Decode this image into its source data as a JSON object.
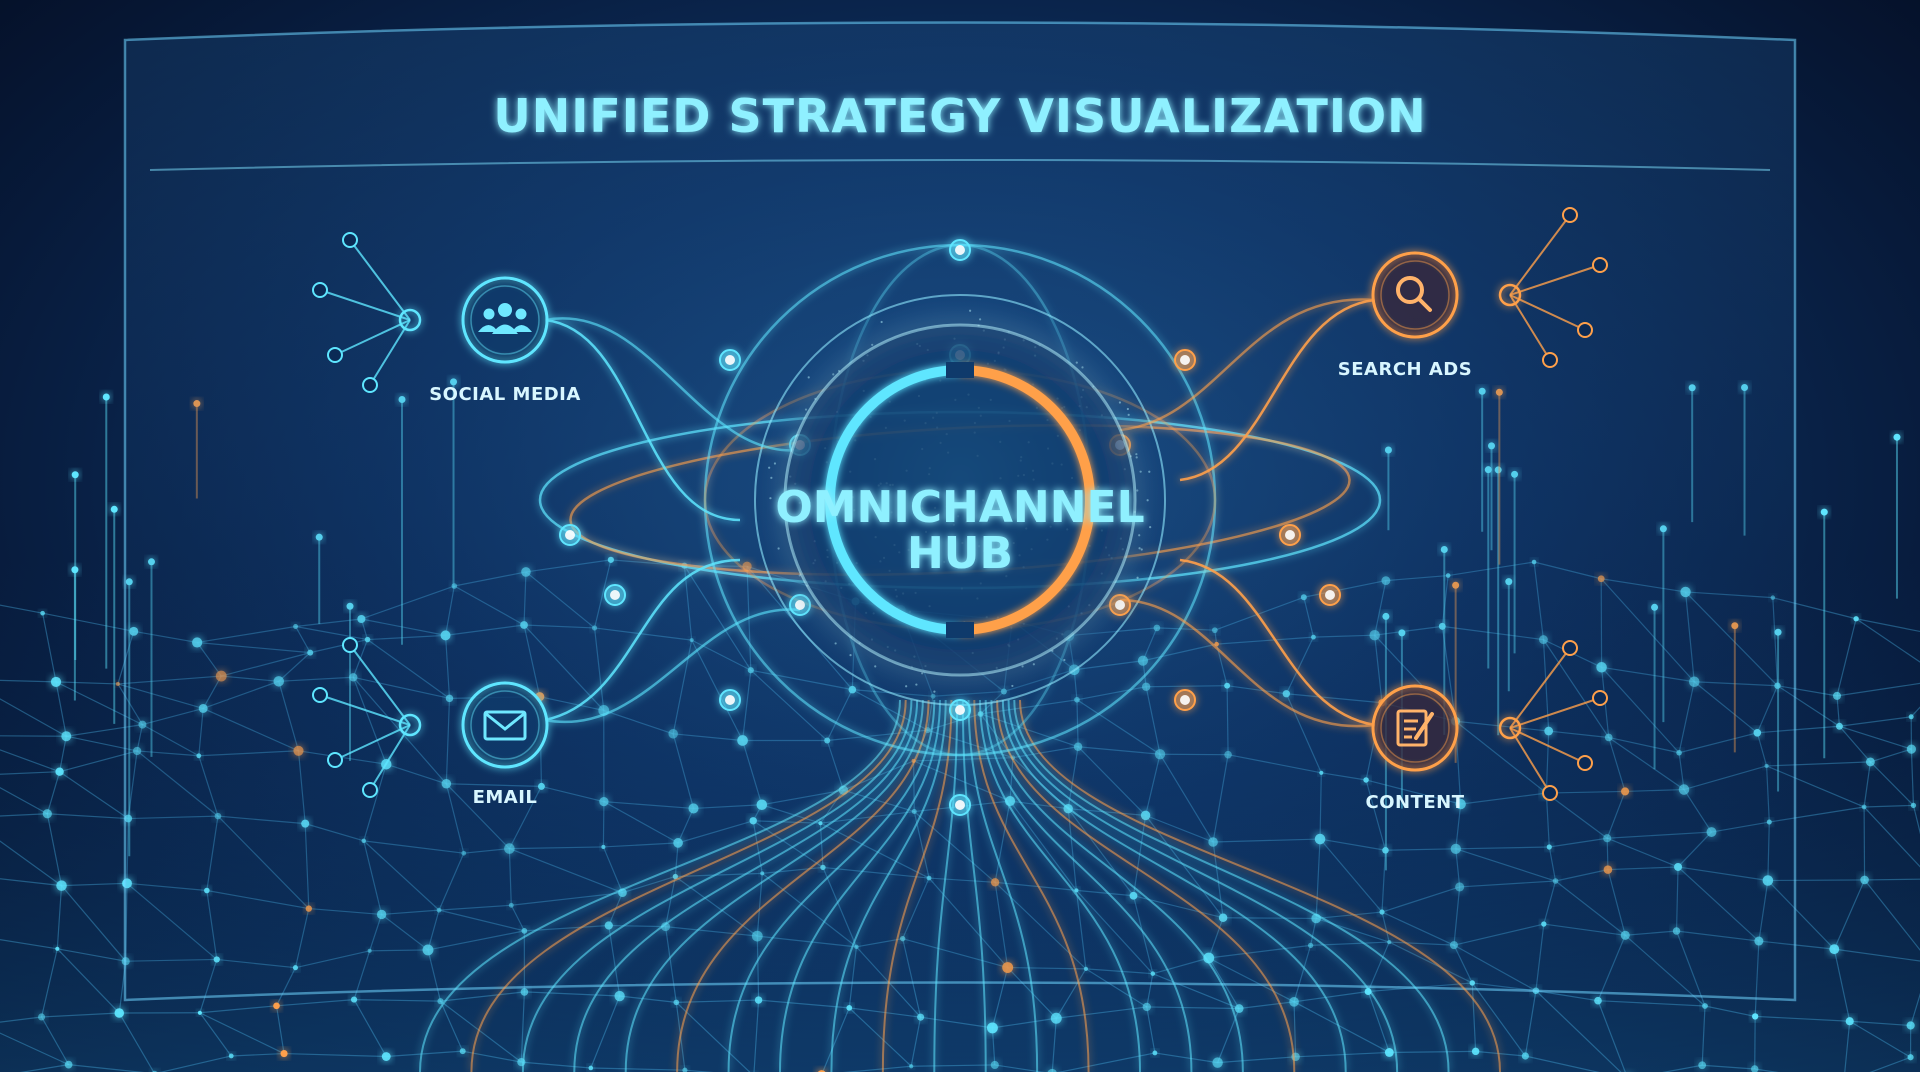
{
  "title": "UNIFIED STRATEGY VISUALIZATION",
  "hub": {
    "line1": "OMNICHANNEL",
    "line2": "HUB"
  },
  "channels": [
    {
      "label": "SOCIAL MEDIA",
      "icon": "people-icon"
    },
    {
      "label": "EMAIL",
      "icon": "envelope-icon"
    },
    {
      "label": "SEARCH ADS",
      "icon": "magnifier-icon"
    },
    {
      "label": "CONTENT",
      "icon": "document-pen-icon"
    }
  ],
  "colors": {
    "cyan": "#5ee6ff",
    "cyan_light": "#b8f4ff",
    "orange": "#ffa04a",
    "orange_light": "#ffc98a",
    "title": "#8ff0ff",
    "background": "#0d2f5e"
  }
}
